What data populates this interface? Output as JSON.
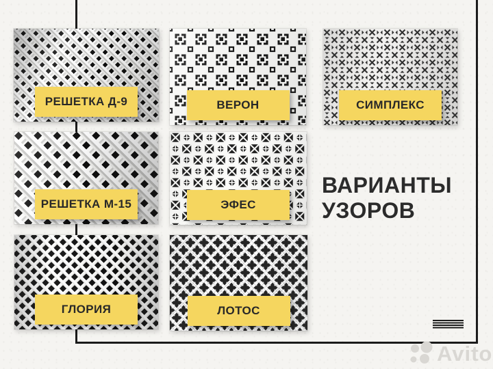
{
  "title": {
    "line1": "ВАРИАНТЫ",
    "line2": "УЗОРОВ"
  },
  "swatches": [
    {
      "label": "РЕШЕТКА Д-9",
      "pattern": "dense-diagonal-lattice"
    },
    {
      "label": "ВЕРОН",
      "pattern": "corner-brackets-square-grid"
    },
    {
      "label": "СИМПЛЕКС",
      "pattern": "fine-x-and-triangles-grid"
    },
    {
      "label": "РЕШЕТКА М-15",
      "pattern": "wide-diagonal-lattice"
    },
    {
      "label": "ЭФЕС",
      "pattern": "square-x-and-diamond-checker"
    },
    {
      "label": "ГЛОРИЯ",
      "pattern": "dense-diamond-mesh"
    },
    {
      "label": "ЛОТОС",
      "pattern": "clover-flower-lattice"
    }
  ],
  "decor": {
    "lines_icon": "stacked-lines-icon"
  },
  "watermark": {
    "brand": "Avito",
    "logo": "avito-circles-icon"
  },
  "colors": {
    "background": "#f5f4f1",
    "frame": "#1b1b1b",
    "label_bg": "#f5d65f",
    "label_text": "#282828",
    "title_text": "#2b2b2b",
    "watermark": "#d9d7d3"
  }
}
